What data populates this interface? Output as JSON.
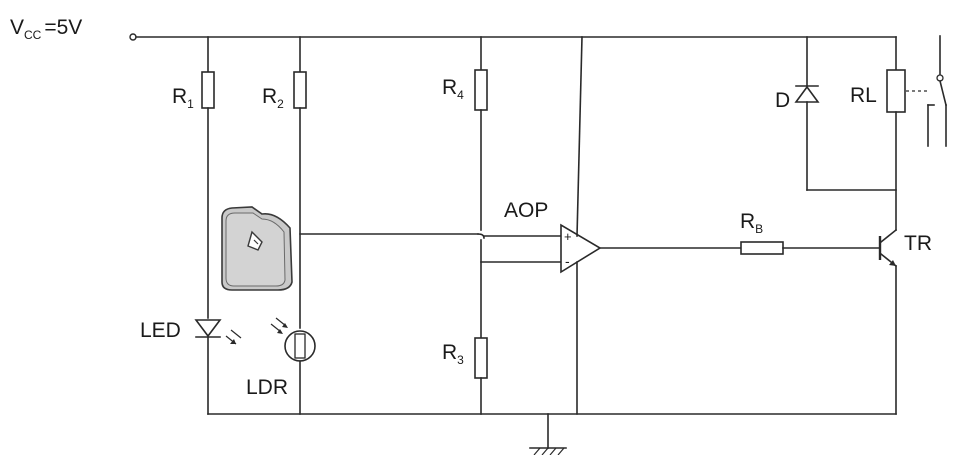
{
  "supply": {
    "symbol": "V",
    "subscript": "CC",
    "value": "=5V"
  },
  "components": {
    "r1": {
      "letter": "R",
      "index": "1"
    },
    "r2": {
      "letter": "R",
      "index": "2"
    },
    "r3": {
      "letter": "R",
      "index": "3"
    },
    "r4": {
      "letter": "R",
      "index": "4"
    },
    "rb": {
      "letter": "R",
      "index": "B"
    },
    "led": {
      "label": "LED"
    },
    "ldr": {
      "label": "LDR"
    },
    "opamp": {
      "label": "AOP",
      "plus": "+",
      "minus": "-"
    },
    "diode": {
      "label": "D"
    },
    "relay": {
      "label": "RL"
    },
    "transistor": {
      "label": "TR"
    }
  }
}
